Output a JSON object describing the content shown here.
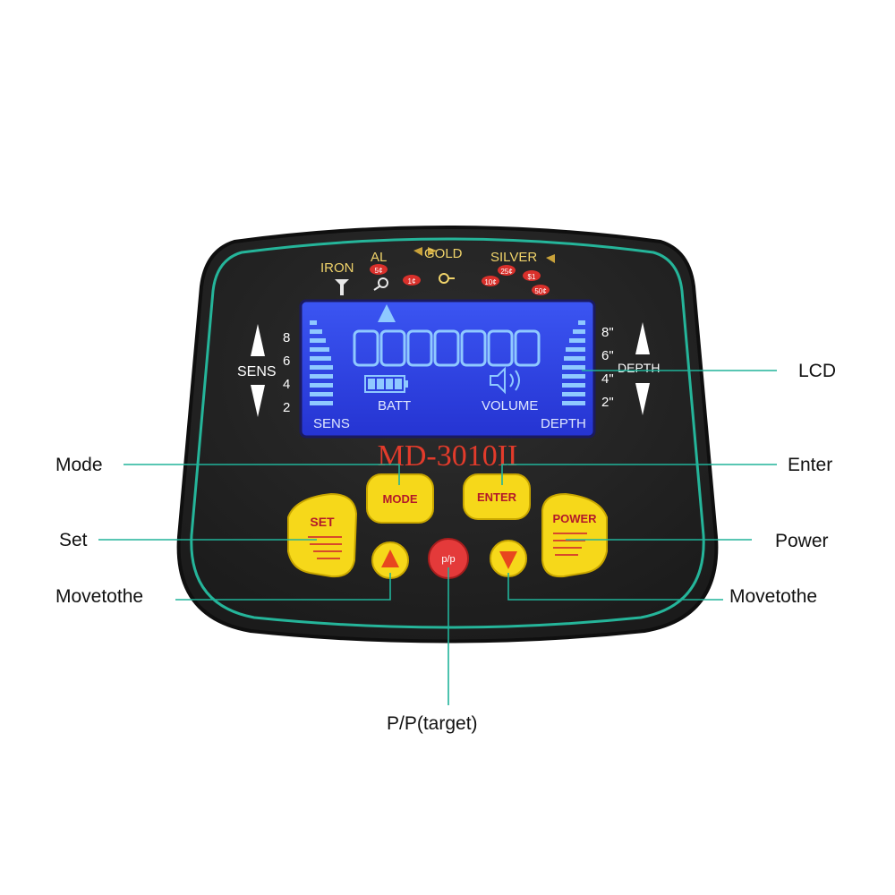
{
  "device": {
    "model": "MD-3010II",
    "metal_scale": [
      "IRON",
      "AL",
      "GOLD",
      "SILVER"
    ],
    "coin_badges": [
      "5¢",
      "1¢",
      "25¢",
      "10¢",
      "$1",
      "50¢"
    ],
    "sens": {
      "label": "SENS",
      "ticks": [
        "8",
        "6",
        "4",
        "2"
      ]
    },
    "depth": {
      "label": "DEPTH",
      "ticks": [
        "8\"",
        "6\"",
        "4\"",
        "2\""
      ]
    },
    "lcd": {
      "left_label": "SENS",
      "batt_label": "BATT",
      "volume_label": "VOLUME",
      "depth_label": "DEPTH",
      "digit_count": 7,
      "battery_cells": 4
    },
    "buttons": {
      "mode": "MODE",
      "enter": "ENTER",
      "set": "SET",
      "power": "POWER",
      "pp": "p/p"
    }
  },
  "callouts": {
    "lcd": "LCD",
    "mode": "Mode",
    "enter": "Enter",
    "set": "Set",
    "power": "Power",
    "move_left": "Movetothe",
    "move_right": "Movetothe",
    "pp_target": "P/P(target)"
  },
  "colors": {
    "body": "#2a2a2a",
    "teal_outline": "#25b59a",
    "lcd_blue": "#2f3fe6",
    "button_yellow": "#f6d81a",
    "button_red": "#e43a3a",
    "callout_line": "#20b39a",
    "model_text": "#e23b2b"
  }
}
